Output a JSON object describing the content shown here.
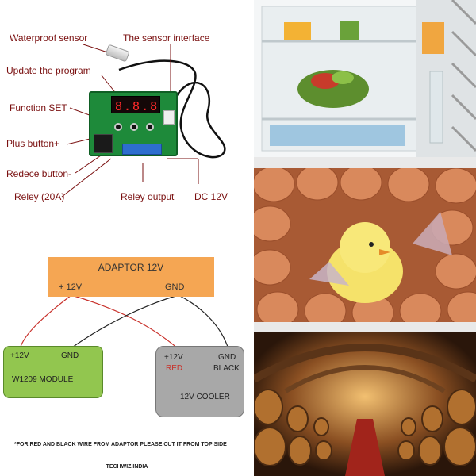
{
  "board_callouts": {
    "waterproof_sensor": "Waterproof sensor",
    "sensor_interface": "The sensor interface",
    "update_program": "Update the program",
    "function_set": "Function SET",
    "plus_button": "Plus button+",
    "redece_button": "Redece button-",
    "relay": "Reley (20A)",
    "relay_output": "Reley output",
    "dc": "DC 12V"
  },
  "wiring": {
    "adaptor_title": "ADAPTOR 12V",
    "adaptor_plus": "+ 12V",
    "adaptor_gnd": "GND",
    "module_plus": "+12V",
    "module_gnd": "GND",
    "module_name": "W1209 MODULE",
    "cooler_plus": "+12V",
    "cooler_gnd": "GND",
    "cooler_red": "RED",
    "cooler_black": "BLACK",
    "cooler_name": "12V COOLER",
    "note": "*FOR RED AND BLACK WIRE FROM ADAPTOR PLEASE CUT IT FROM TOP SIDE",
    "brand": "TECHWIZ,INDIA"
  },
  "colors": {
    "adaptor_fill": "#f5a653",
    "module_fill": "#92c64f",
    "cooler_fill": "#a8a8a8",
    "callout_text": "#7a1010",
    "red_wire": "#c8302a",
    "black_wire": "#222222"
  }
}
